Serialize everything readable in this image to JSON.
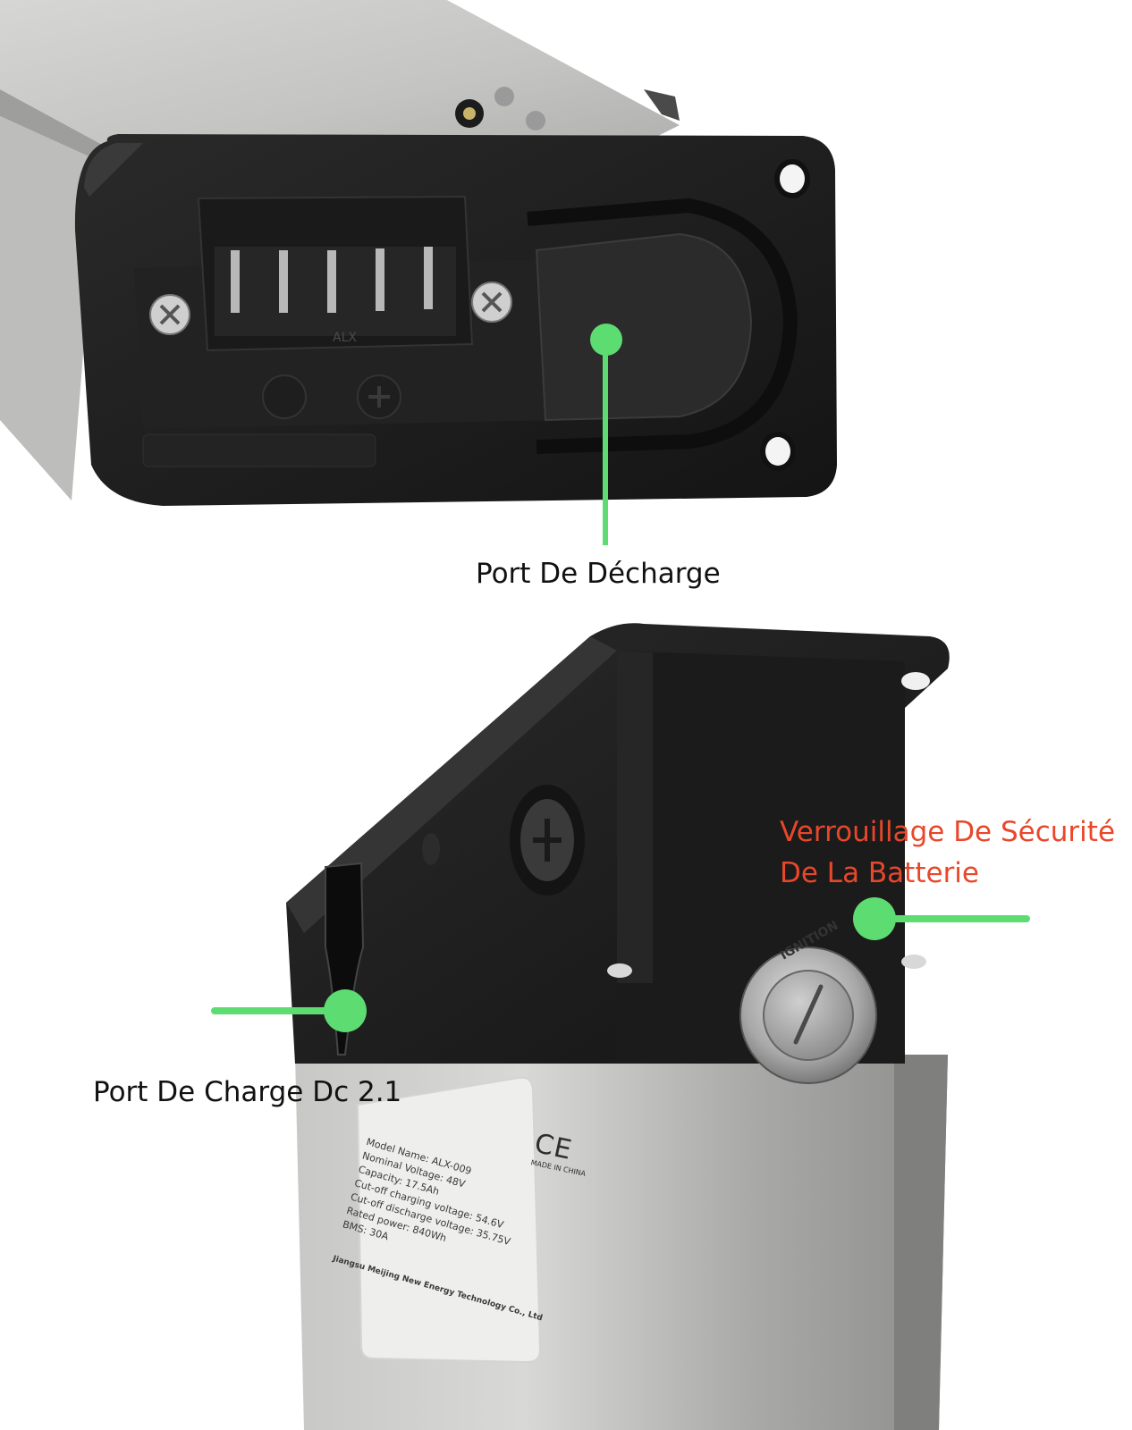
{
  "callouts": {
    "discharge_port": "Port De Décharge",
    "charge_port": "Port De Charge Dc 2.1",
    "lock_line1": "Verrouillage De Sécurité",
    "lock_line2": "De La Batterie"
  },
  "colors": {
    "marker": "#5ddc72",
    "lock_label": "#e8472a",
    "label": "#111111"
  },
  "battery_label": {
    "model_name": "Model Name: ALX-009",
    "nominal_voltage": "Nominal Voltage: 48V",
    "capacity": "Capacity: 17.5Ah",
    "charging_voltage": "Cut-off charging voltage: 54.6V",
    "discharge_voltage": "Cut-off discharge voltage: 35.75V",
    "rated_power": "Rated power: 840Wh",
    "bms": "BMS: 30A",
    "manufacturer": "Jiangsu Meijing New Energy Technology Co., Ltd",
    "ce_mark": "CE",
    "made_in": "MADE IN CHINA"
  },
  "connector_marking": "ALX",
  "lock_marking": "IGNITION"
}
